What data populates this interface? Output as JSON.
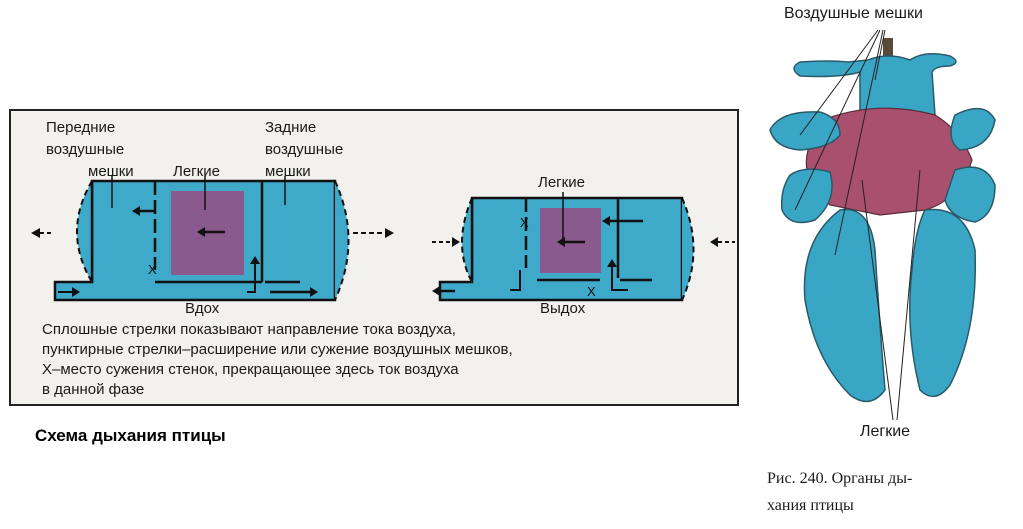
{
  "left_figure": {
    "labels": {
      "front_sacs": [
        "Передние",
        "воздушные",
        "мешки"
      ],
      "lungs_inhale": "Легкие",
      "rear_sacs": [
        "Задние",
        "воздушные",
        "мешки"
      ],
      "lungs_exhale": "Легкие",
      "inhale": "Вдох",
      "exhale": "Выдох",
      "x_mark": "X"
    },
    "caption_lines": [
      "Сплошные стрелки показывают направление тока воздуха,",
      "пунктирные стрелки–расширение или сужение воздушных мешков,",
      "X–место сужения стенок, прекращающее здесь ток воздуха",
      "в данной фазе"
    ],
    "title": "Схема дыхания птицы"
  },
  "right_figure": {
    "air_sacs_label": "Воздушные мешки",
    "lungs_label": "Легкие",
    "caption_lines": [
      "Рис. 240. Органы ды-",
      "хания птицы"
    ]
  },
  "colors": {
    "air_sac": "#3aa6c6",
    "lung": "#8a5a8e",
    "lung_tissue": "#a8506e",
    "ink": "#1a1a1a"
  }
}
